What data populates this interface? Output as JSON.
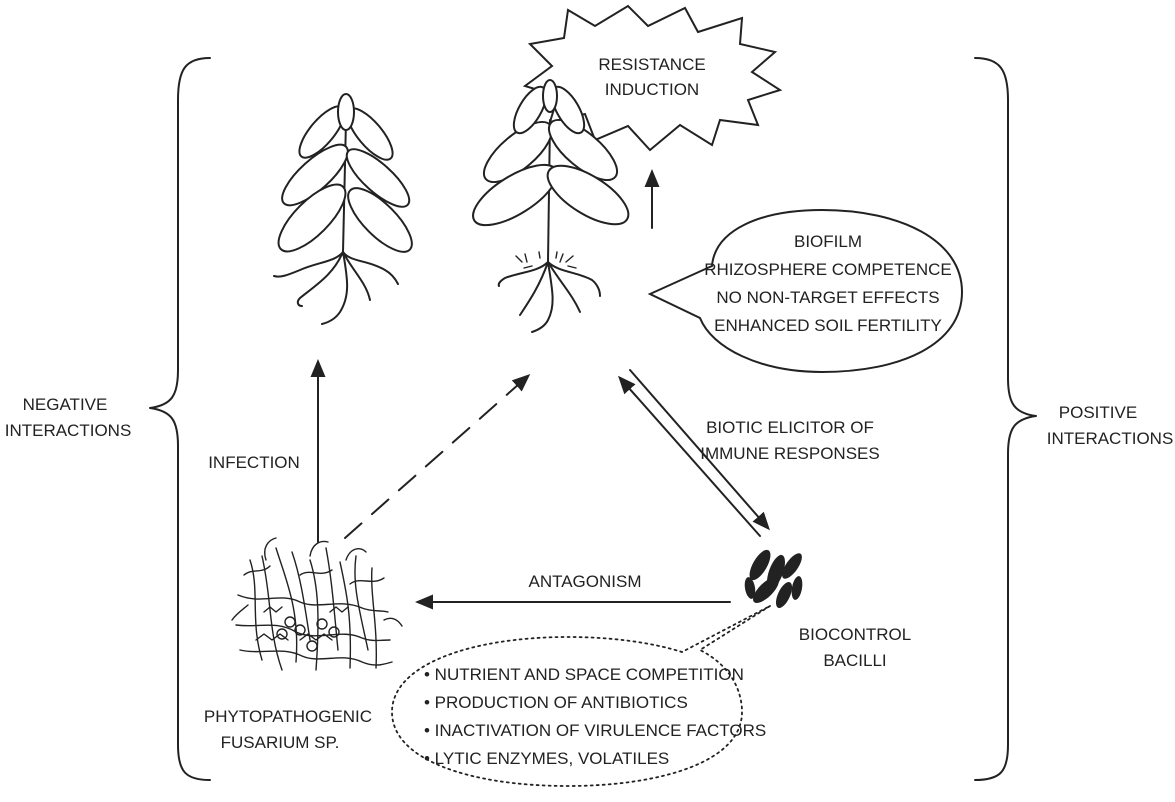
{
  "diagram": {
    "resistance_induction": [
      "RESISTANCE",
      "INDUCTION"
    ],
    "benefits": [
      "BIOFILM",
      "RHIZOSPHERE COMPETENCE",
      "NO NON-TARGET EFFECTS",
      "ENHANCED SOIL FERTILITY"
    ],
    "negative_interactions": [
      "NEGATIVE",
      "INTERACTIONS"
    ],
    "positive_interactions": [
      "POSITIVE",
      "INTERACTIONS"
    ],
    "infection": "INFECTION",
    "biotic_elicitor": [
      "BIOTIC ELICITOR OF",
      "IMMUNE RESPONSES"
    ],
    "antagonism": "ANTAGONISM",
    "biocontrol": [
      "BIOCONTROL",
      "BACILLI"
    ],
    "pathogen": [
      "PHYTOPATHOGENIC",
      "FUSARIUM SP."
    ],
    "mechanisms": [
      "• NUTRIENT AND SPACE COMPETITION",
      "• PRODUCTION OF ANTIBIOTICS",
      "• INACTIVATION OF VIRULENCE FACTORS",
      "• LYTIC ENZYMES, VOLATILES"
    ]
  }
}
